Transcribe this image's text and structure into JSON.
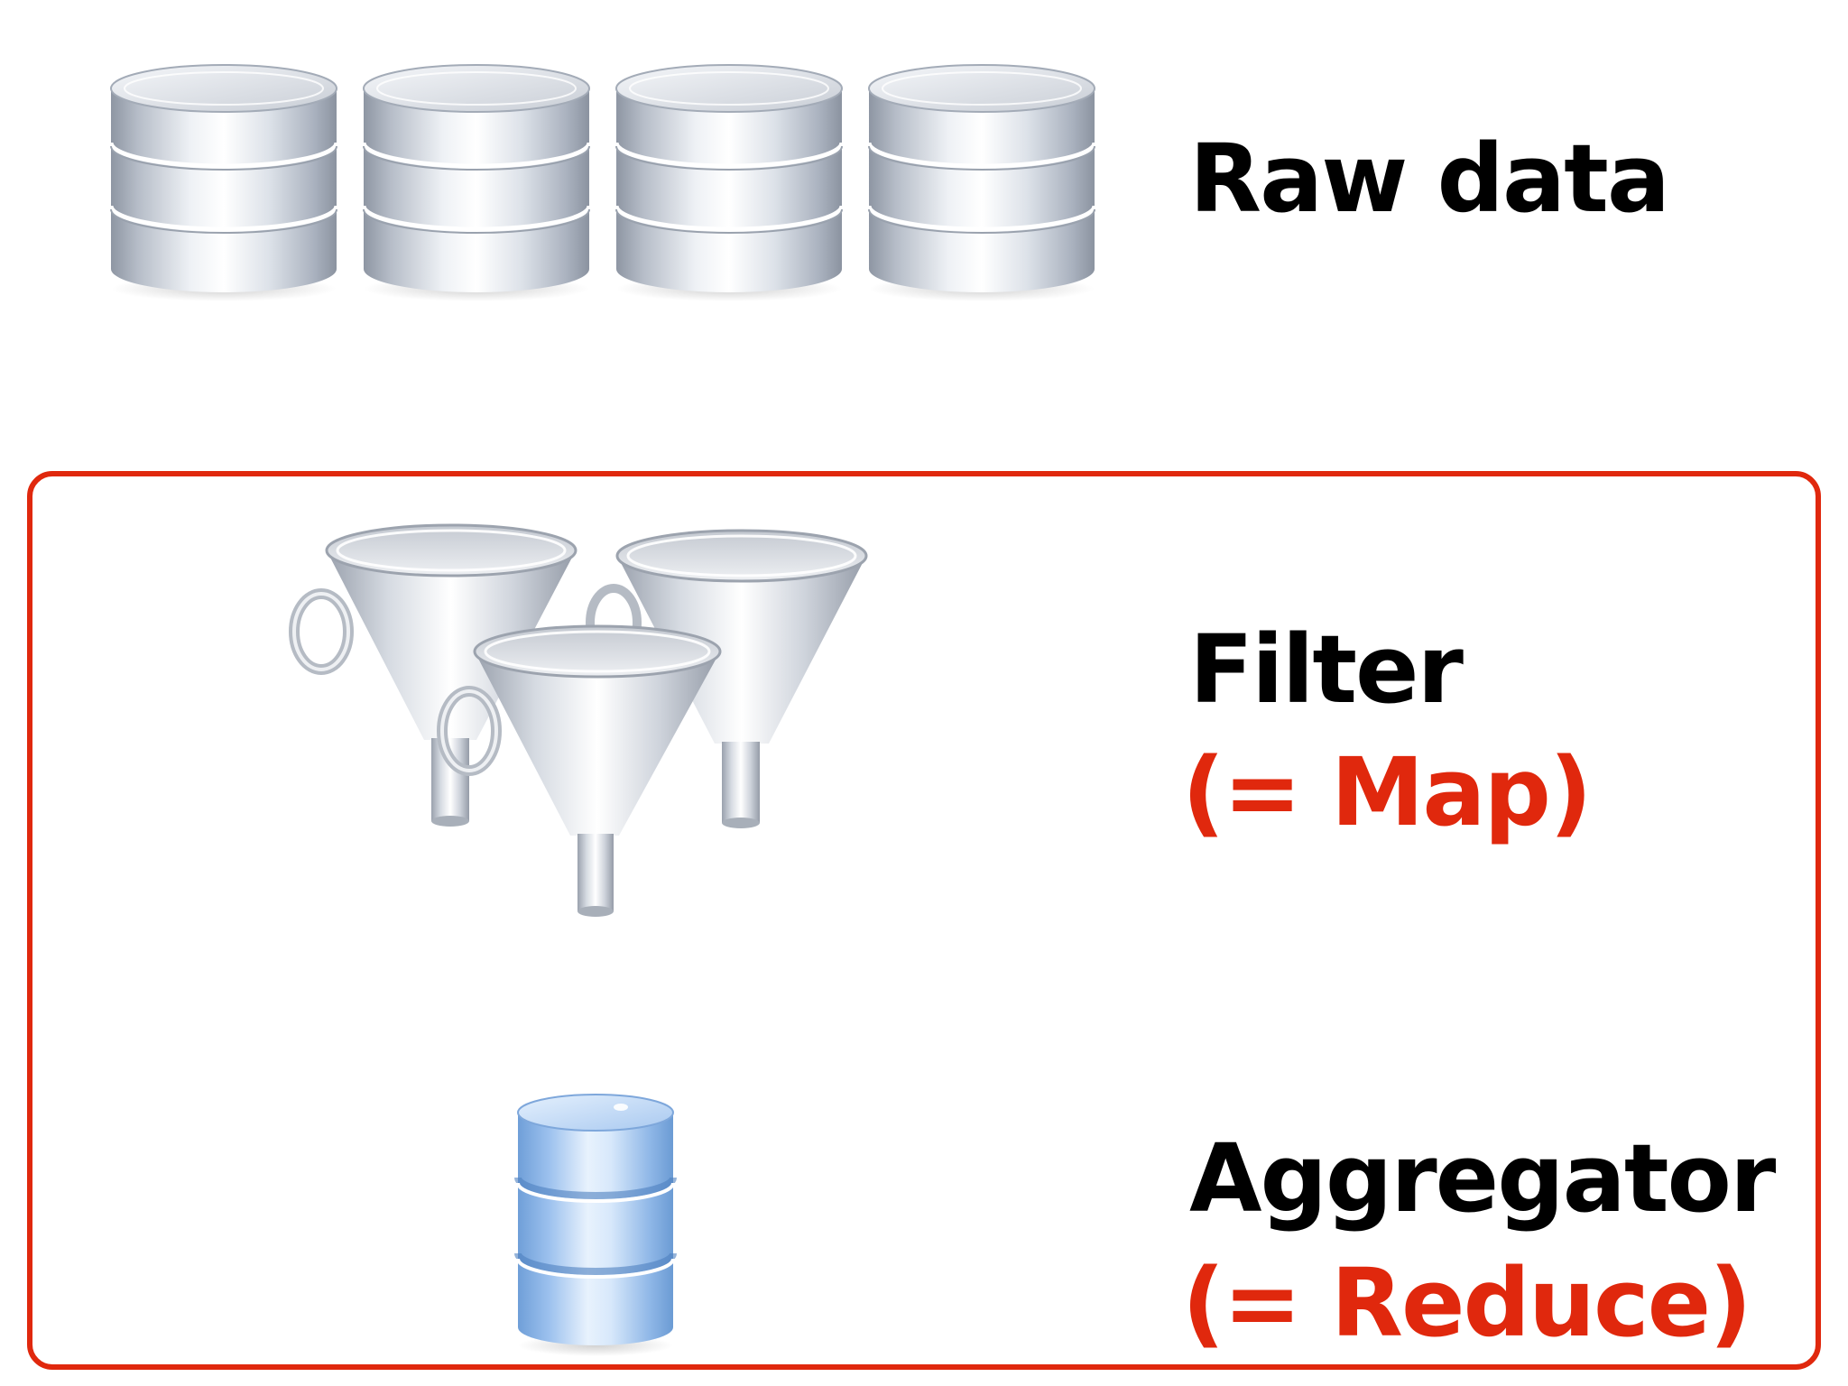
{
  "raw_data": {
    "label": "Raw data",
    "icon_name": "database-cylinder-icon",
    "icon_color": "#c7cfd8"
  },
  "filter": {
    "label": "Filter",
    "alias": "(= Map)",
    "icon_name": "funnel-icon",
    "icon_color": "#c9cdd3"
  },
  "aggregator": {
    "label": "Aggregator",
    "alias": "(= Reduce)",
    "icon_name": "blue-database-icon",
    "icon_color": "#9ec2ec"
  },
  "colors": {
    "text": "#000000",
    "accent": "#e0280d"
  }
}
